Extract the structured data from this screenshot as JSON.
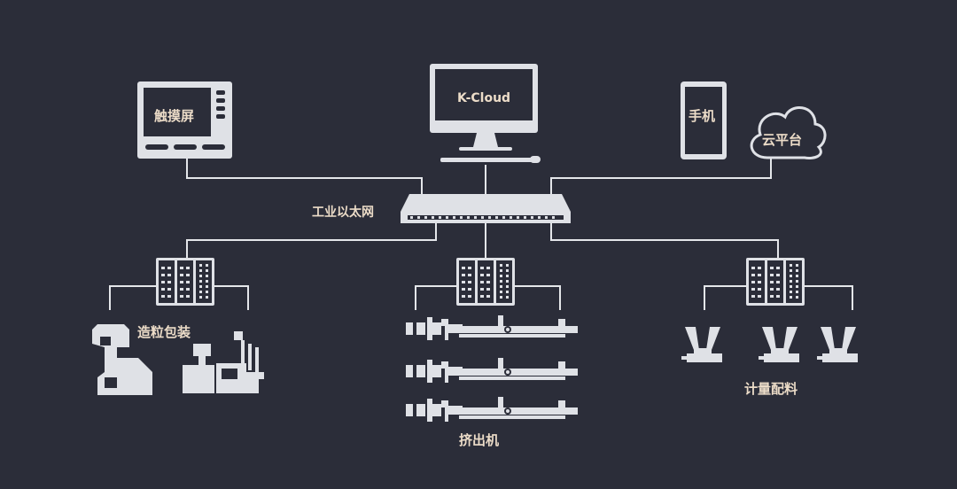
{
  "labels": {
    "touchscreen": "触摸屏",
    "kcloud": "K-Cloud",
    "phone": "手机",
    "cloud_platform": "云平台",
    "industrial_ethernet": "工业以太网",
    "pelletizing_packaging": "造粒包装",
    "extruder": "挤出机",
    "metering_batching": "计量配料"
  },
  "colors": {
    "background": "#2b2d39",
    "device": "#dfe1e6",
    "label": "#ecdcc8"
  }
}
